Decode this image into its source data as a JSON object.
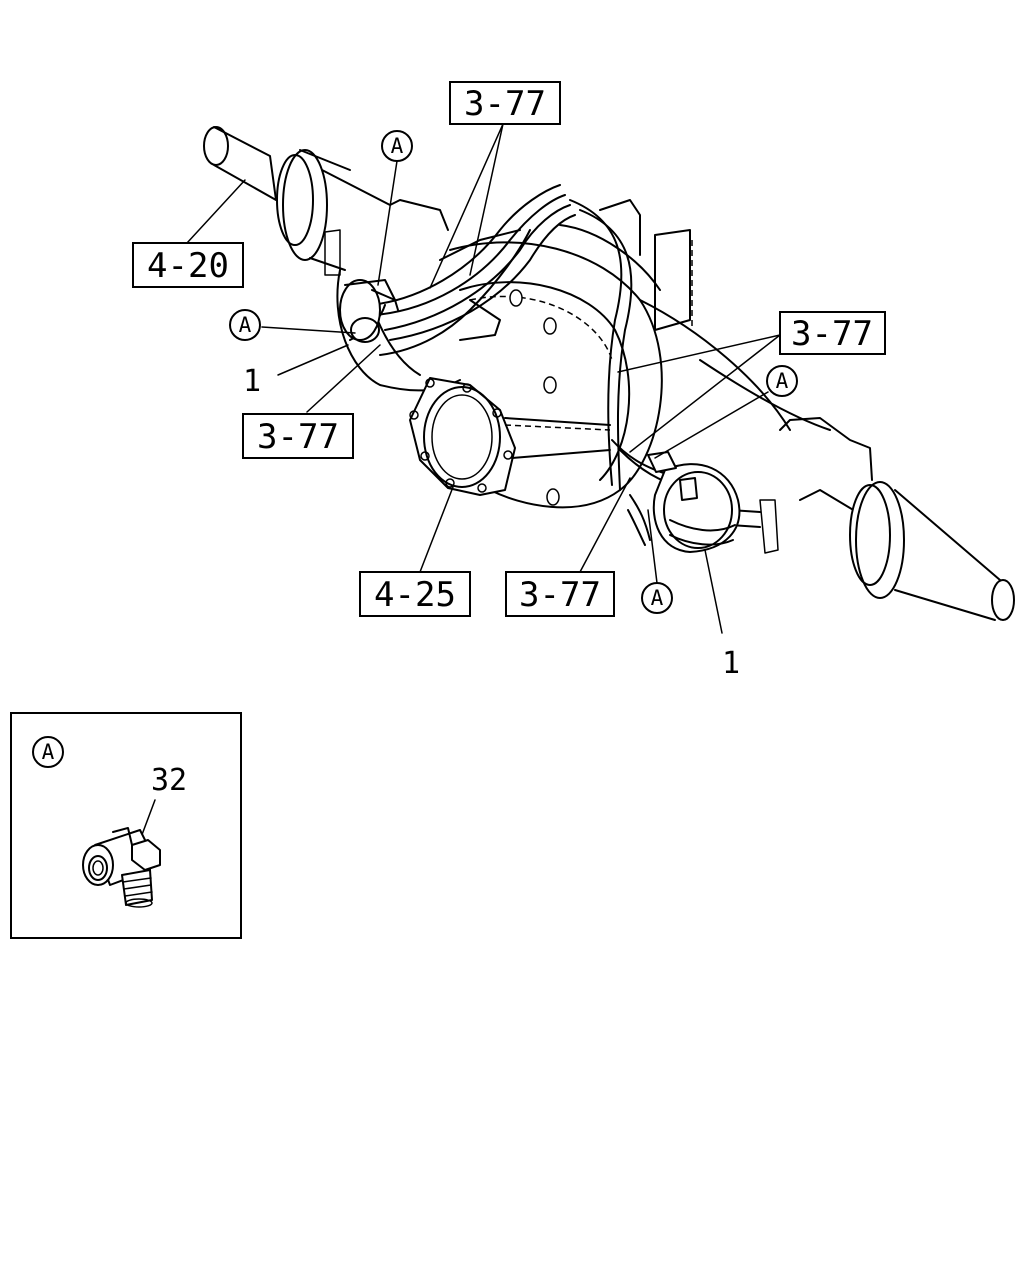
{
  "callouts": {
    "ref_top": "3-77",
    "ref_4_20": "4-20",
    "ref_left": "3-77",
    "ref_right": "3-77",
    "ref_4_25": "4-25",
    "ref_bottom": "3-77",
    "part_1_left": "1",
    "part_1_right": "1",
    "circle_a": "A"
  },
  "inset": {
    "label": "A",
    "part_number": "32"
  }
}
